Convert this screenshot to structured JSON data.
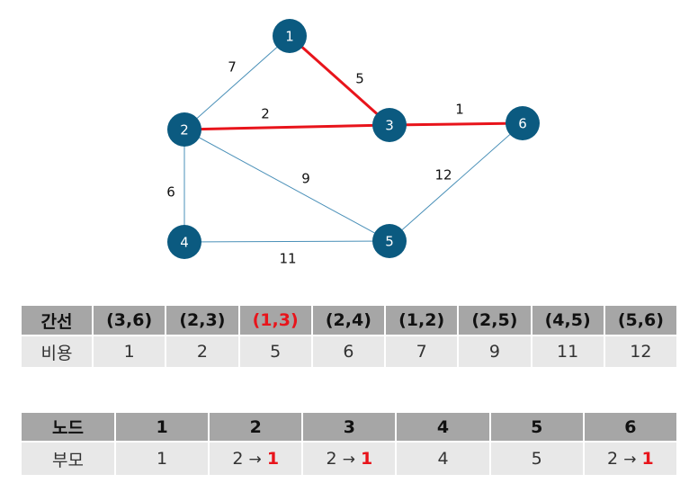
{
  "graph": {
    "nodes": [
      {
        "id": "1",
        "label": "1"
      },
      {
        "id": "2",
        "label": "2"
      },
      {
        "id": "3",
        "label": "3"
      },
      {
        "id": "4",
        "label": "4"
      },
      {
        "id": "5",
        "label": "5"
      },
      {
        "id": "6",
        "label": "6"
      }
    ],
    "edges": [
      {
        "from": "1",
        "to": "2",
        "weight": "7",
        "selected": false
      },
      {
        "from": "1",
        "to": "3",
        "weight": "5",
        "selected": true
      },
      {
        "from": "2",
        "to": "3",
        "weight": "2",
        "selected": true
      },
      {
        "from": "3",
        "to": "6",
        "weight": "1",
        "selected": true
      },
      {
        "from": "2",
        "to": "4",
        "weight": "6",
        "selected": false
      },
      {
        "from": "2",
        "to": "5",
        "weight": "9",
        "selected": false
      },
      {
        "from": "6",
        "to": "5",
        "weight": "12",
        "selected": false
      },
      {
        "from": "4",
        "to": "5",
        "weight": "11",
        "selected": false
      }
    ],
    "colors": {
      "node": "#0b5a80",
      "edge": "#4a90b8",
      "selected_edge": "#e8141b"
    }
  },
  "edge_table": {
    "header_label": "간선",
    "row_label": "비용",
    "edges": [
      "(3,6)",
      "(2,3)",
      "(1,3)",
      "(2,4)",
      "(1,2)",
      "(2,5)",
      "(4,5)",
      "(5,6)"
    ],
    "highlighted_edge": "(1,3)",
    "costs": [
      "1",
      "2",
      "5",
      "6",
      "7",
      "9",
      "11",
      "12"
    ]
  },
  "node_table": {
    "header_label": "노드",
    "row_label": "부모",
    "nodes": [
      "1",
      "2",
      "3",
      "4",
      "5",
      "6"
    ],
    "parents": [
      {
        "value": "1"
      },
      {
        "old": "2",
        "arrow": "→",
        "new": "1"
      },
      {
        "old": "2",
        "arrow": "→",
        "new": "1"
      },
      {
        "value": "4"
      },
      {
        "value": "5"
      },
      {
        "old": "2",
        "arrow": "→",
        "new": "1"
      }
    ]
  }
}
